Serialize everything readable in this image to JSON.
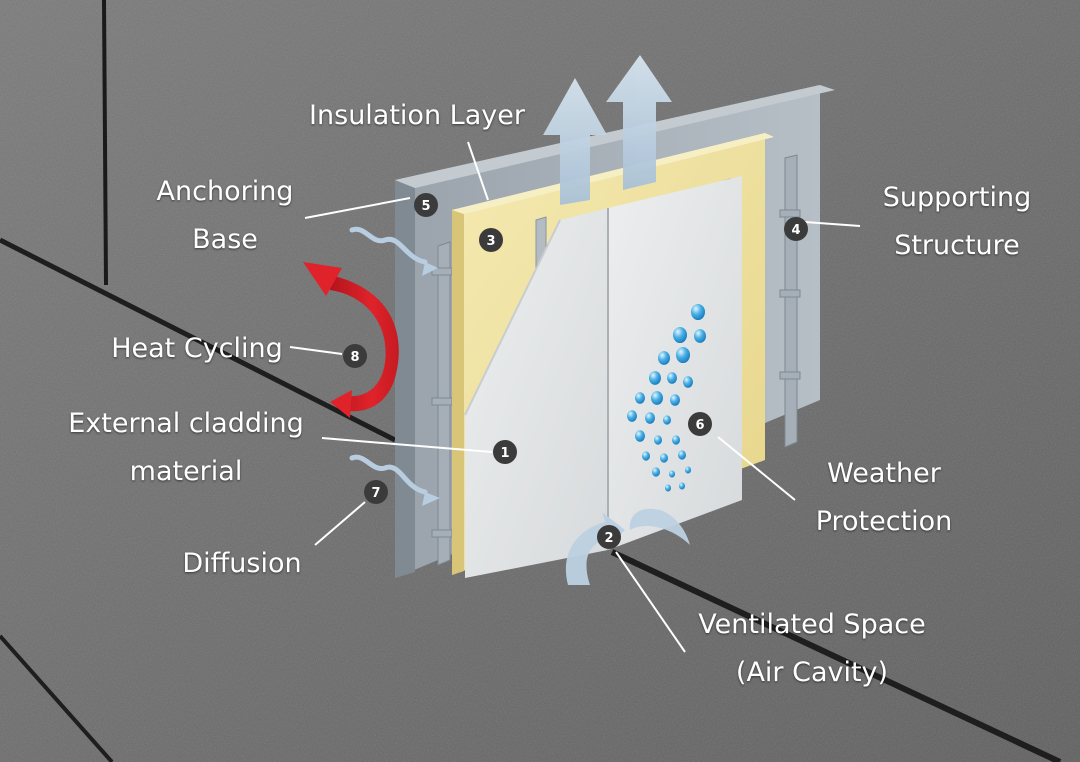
{
  "labels": {
    "insulation_layer": "Insulation Layer",
    "anchoring_base": [
      "Anchoring",
      "Base"
    ],
    "supporting_structure": [
      "Supporting",
      "Structure"
    ],
    "heat_cycling": "Heat Cycling",
    "external_cladding": [
      "External cladding",
      "material"
    ],
    "diffusion": "Diffusion",
    "weather_protection": [
      "Weather",
      "Protection"
    ],
    "ventilated_space": [
      "Ventilated Space",
      "(Air Cavity)"
    ]
  },
  "markers": [
    "1",
    "2",
    "3",
    "4",
    "5",
    "6",
    "7",
    "8"
  ],
  "colors": {
    "wall": "#6f6f6f",
    "insulation": "#efe2a0",
    "cladding": "#e3e5e6",
    "air_arrow": "#bcd1e2",
    "heat_arrow": "#dd1c25",
    "marker": "#3b3b3b",
    "text": "#ffffff"
  }
}
